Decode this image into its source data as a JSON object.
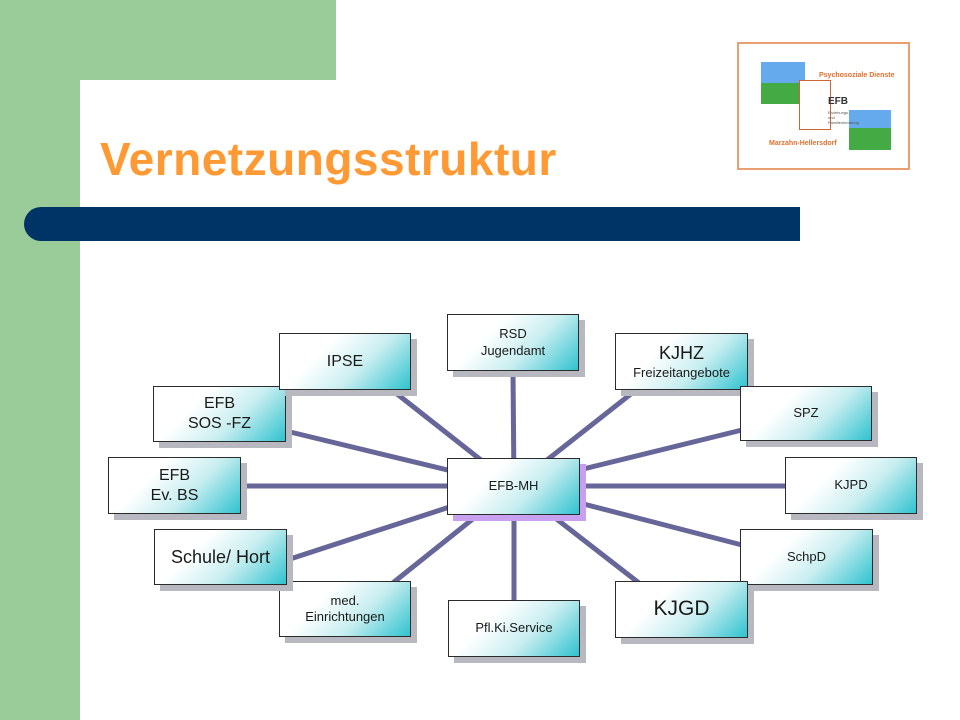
{
  "slide": {
    "title": "Vernetzungsstruktur"
  },
  "logo": {
    "line1": "Psychosoziale Dienste",
    "efb": "EFB",
    "sub": "Erziehungs- und Familienberatung",
    "line2": "Marzahn-Hellersdorf"
  },
  "diagram": {
    "center": {
      "label": "EFB-MH"
    },
    "nodes": [
      {
        "line1": "RSD",
        "line2": "Jugendamt"
      },
      {
        "line1": "KJHZ",
        "line2": "Freizeitangebote"
      },
      {
        "line1": "SPZ",
        "line2": ""
      },
      {
        "line1": "KJPD",
        "line2": ""
      },
      {
        "line1": "SchpD",
        "line2": ""
      },
      {
        "line1": "KJGD",
        "line2": ""
      },
      {
        "line1": "Pfl.Ki.Service",
        "line2": ""
      },
      {
        "line1": "med.",
        "line2": "Einrichtungen"
      },
      {
        "line1": "Schule/ Hort",
        "line2": ""
      },
      {
        "line1": "EFB",
        "line2": "Ev. BS"
      },
      {
        "line1": "EFB",
        "line2": "SOS -FZ"
      },
      {
        "line1": "IPSE",
        "line2": ""
      }
    ],
    "colors": {
      "connector": "#666699",
      "title": "#ff9933",
      "bar": "#003366",
      "panel": "#99cc99"
    }
  }
}
